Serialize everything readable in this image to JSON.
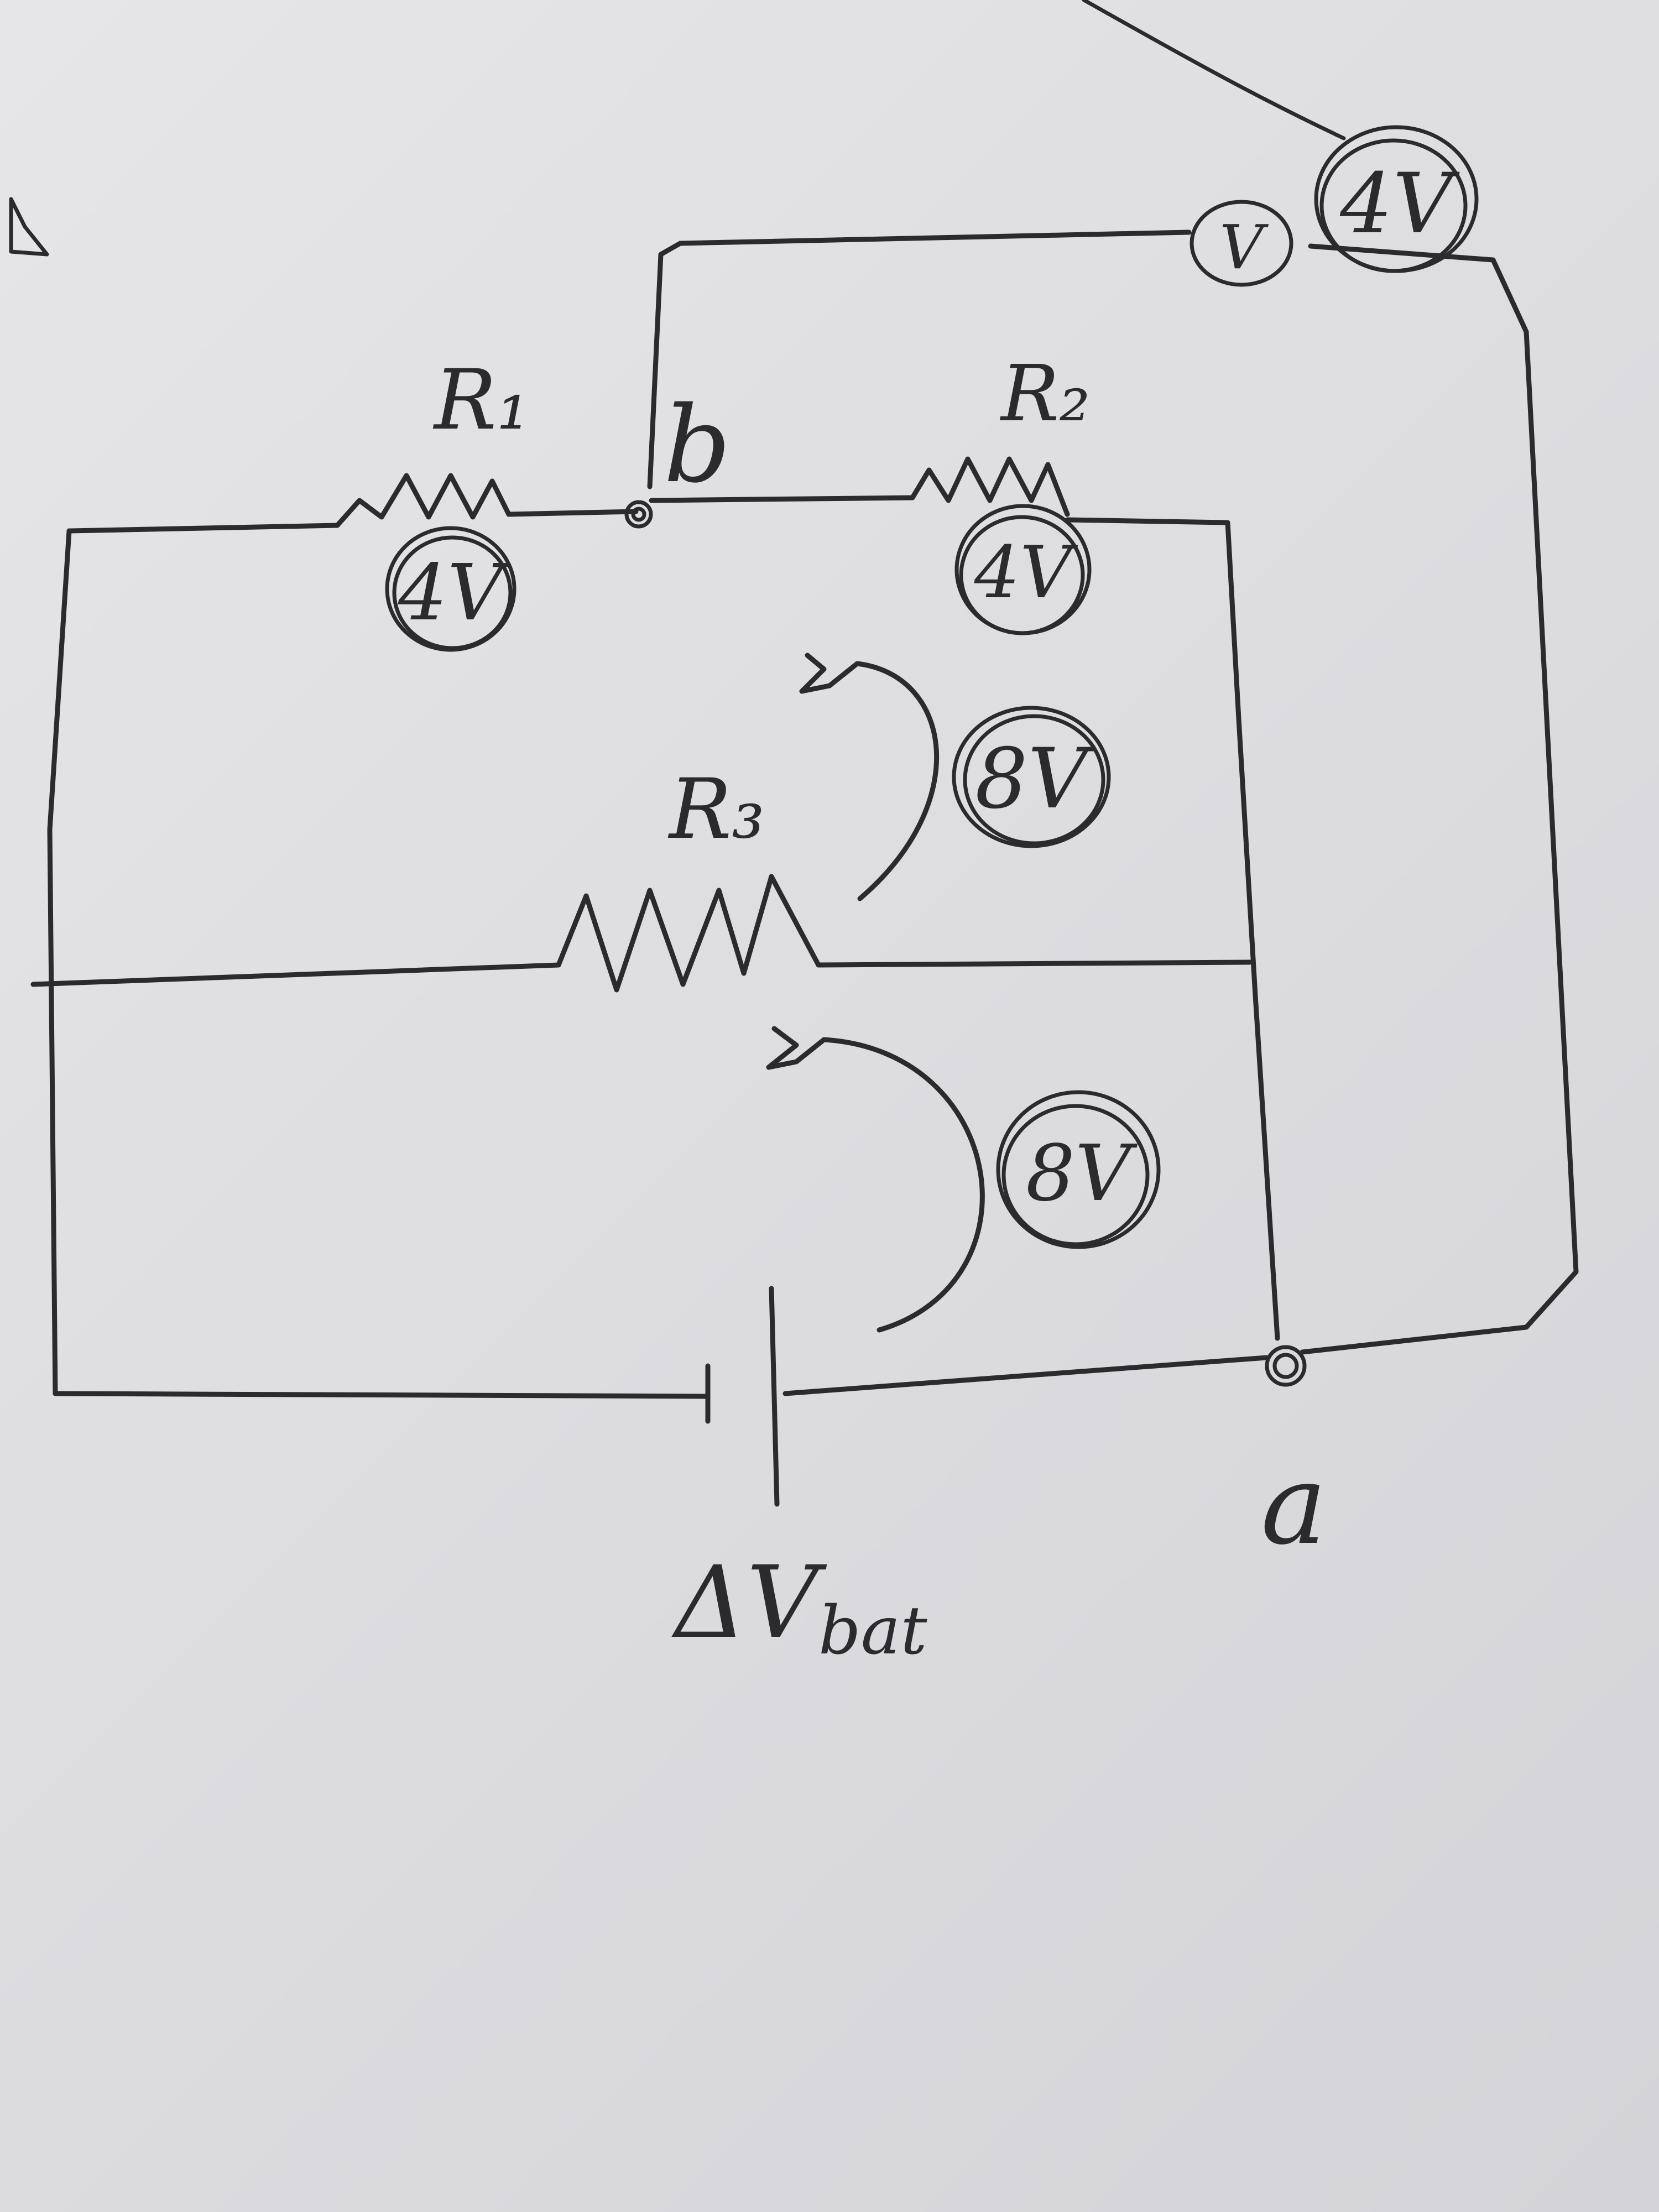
{
  "diagram": {
    "labels": {
      "r1": "R₁",
      "r2": "R₂",
      "r3": "R₃",
      "node_b": "b",
      "node_a": "a",
      "voltmeter": "V",
      "battery_delta": "ΔV",
      "battery_sub": "bat"
    },
    "voltages": {
      "r1": "4V",
      "r2": "4V",
      "voltmeter_reading": "4V",
      "loop_upper": "8V",
      "loop_lower": "8V"
    },
    "colors": {
      "paper": "#dcdcdf",
      "ink": "#2b2b2e"
    }
  }
}
